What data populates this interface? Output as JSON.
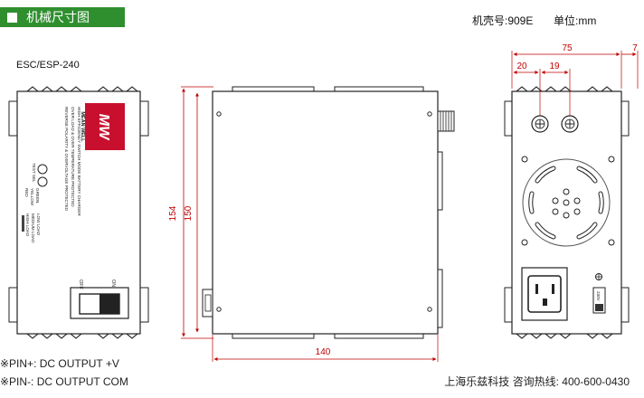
{
  "header": {
    "title": "机械尺寸图",
    "case_no": "机壳号:909E",
    "unit": "单位:mm"
  },
  "model": "ESC/ESP-240",
  "dimensions": {
    "height_total": "154",
    "height_body": "150",
    "length": "140",
    "width_total": "75",
    "offset_left": "20",
    "pin_spacing": "19",
    "offset_right": "7"
  },
  "front_panel": {
    "brand_logo": "MW",
    "brand_name": "MEAN WELL",
    "lines": [
      "HIGH EFFICIENCY SWITCH MODE BATTERY CHARGER",
      "OVER LOAD & OVER TEMPERATURE PROTECTED",
      "REVERSE POLARITY & OVERVOLTAGE PROTECTED"
    ],
    "test_label": "TEST SEL",
    "led_labels": [
      "GREEN",
      "YELLOW",
      "RED"
    ],
    "led_states": [
      "LOW LOAD",
      "MEDIUM LOAD",
      "HIGH LOAD"
    ],
    "switch_off": "OFF",
    "switch_on": "ON"
  },
  "rear_panel": {
    "voltage_label": "230V"
  },
  "pins": {
    "plus": "※PIN+: DC OUTPUT +V",
    "minus": "※PIN-: DC OUTPUT COM"
  },
  "company": "上海乐兹科技 咨询热线: 400-600-0430",
  "colors": {
    "banner": "#2f8f2f",
    "dimension": "#c00000",
    "logo": "#c8102e"
  }
}
